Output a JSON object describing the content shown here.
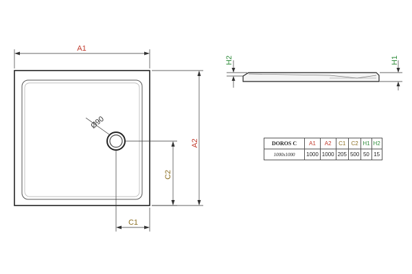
{
  "labels": {
    "a1": "A1",
    "a2": "A2",
    "c1": "C1",
    "c2": "C2",
    "h1": "H1",
    "h2": "H2",
    "drain": "Ø90"
  },
  "colors": {
    "a": "#c0392b",
    "c": "#8a6d1f",
    "h": "#2e8b3a",
    "line": "#333333"
  },
  "table": {
    "model": "DOROS C",
    "size": "1000x1000",
    "headers": [
      "A1",
      "A2",
      "C1",
      "C2",
      "H1",
      "H2"
    ],
    "values": [
      "1000",
      "1000",
      "205",
      "500",
      "50",
      "15"
    ]
  }
}
